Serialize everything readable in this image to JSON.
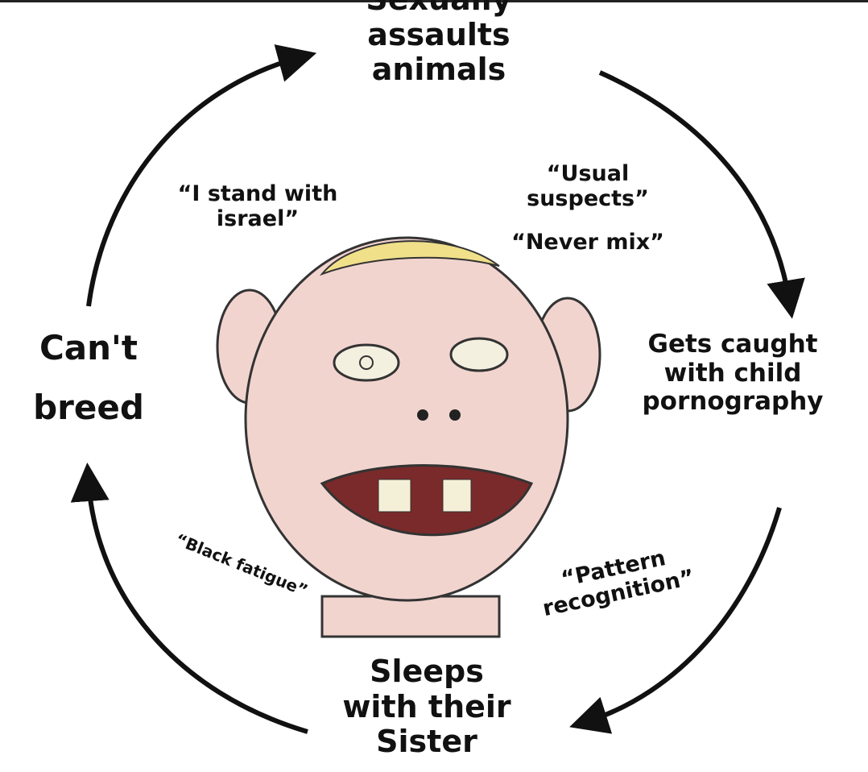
{
  "diagram": {
    "type": "cycle",
    "nodes": {
      "top": "Sexually assaults animals",
      "right": "Gets caught with child pornography",
      "bottom": "Sleeps with their Sister",
      "left": "Can't breed"
    },
    "quotes": {
      "top_left": "“I stand with israel”",
      "top_right_1": "“Usual suspects”",
      "top_right_2": "“Never mix”",
      "bottom_left": "“Black fatigue”",
      "bottom_right": "“Pattern recognition”"
    },
    "colors": {
      "face": "#f2d4cf",
      "hair": "#f0e08a",
      "outline": "#333333",
      "arrow": "#111111"
    }
  }
}
